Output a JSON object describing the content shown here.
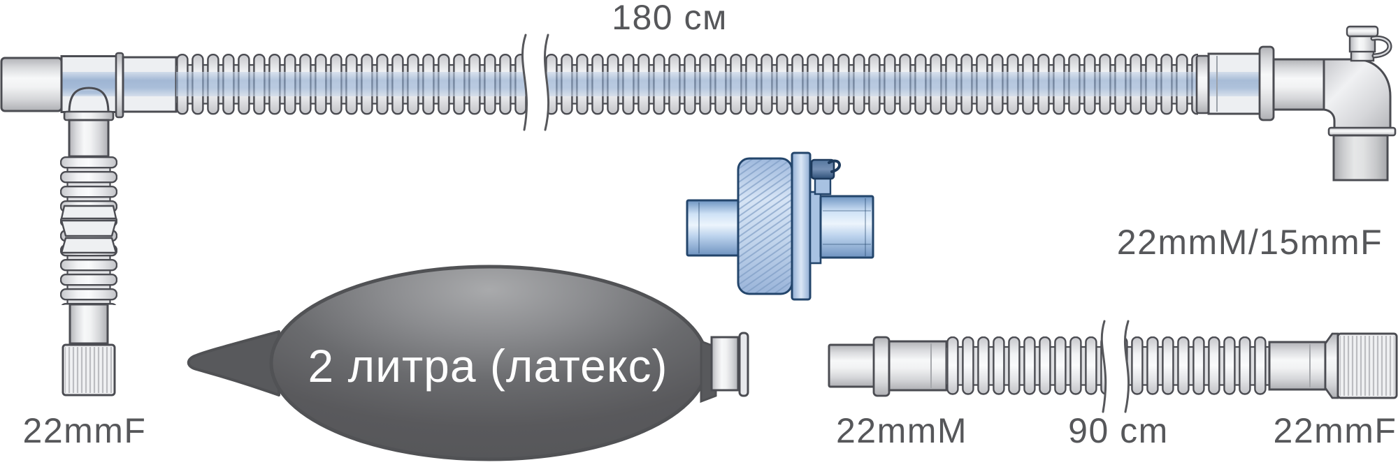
{
  "labels": {
    "main_tube_length": "180 см",
    "elbow_spec": "22mmM/15mmF",
    "branch_port_spec": "22mmF",
    "bag": "2 литра (латекс)",
    "short_tube_left_spec": "22mmM",
    "short_tube_length": "90 cm",
    "short_tube_right_spec": "22mmF"
  },
  "colors": {
    "label_text": "#56575a",
    "tube_outline": "#4b4c52",
    "tube_fill": "#eceef1",
    "inner_tube_blue": "#8aa6cb",
    "filter_fill": "#c7daf0",
    "filter_outline": "#23456b",
    "bag_fill": "#58595c",
    "bag_text": "#ffffff",
    "background": "#ffffff"
  }
}
